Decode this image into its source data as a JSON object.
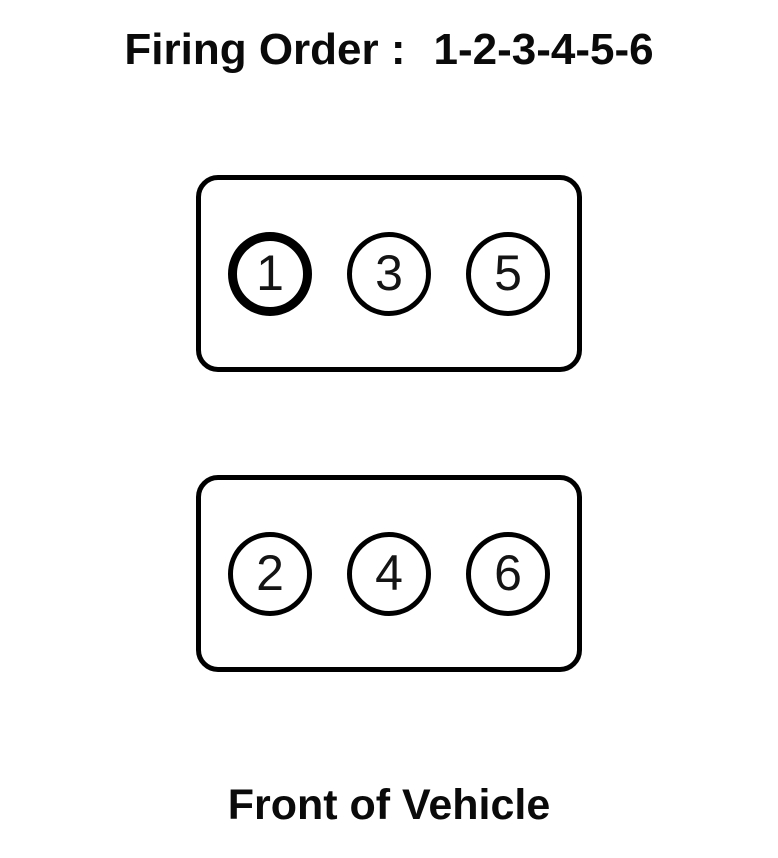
{
  "title": {
    "label": "Firing Order :",
    "sequence": "1-2-3-4-5-6"
  },
  "banks": [
    {
      "cylinders": [
        "1",
        "3",
        "5"
      ]
    },
    {
      "cylinders": [
        "2",
        "4",
        "6"
      ]
    }
  ],
  "footer": "Front of Vehicle",
  "colors": {
    "line": "#000000",
    "background": "#ffffff"
  }
}
